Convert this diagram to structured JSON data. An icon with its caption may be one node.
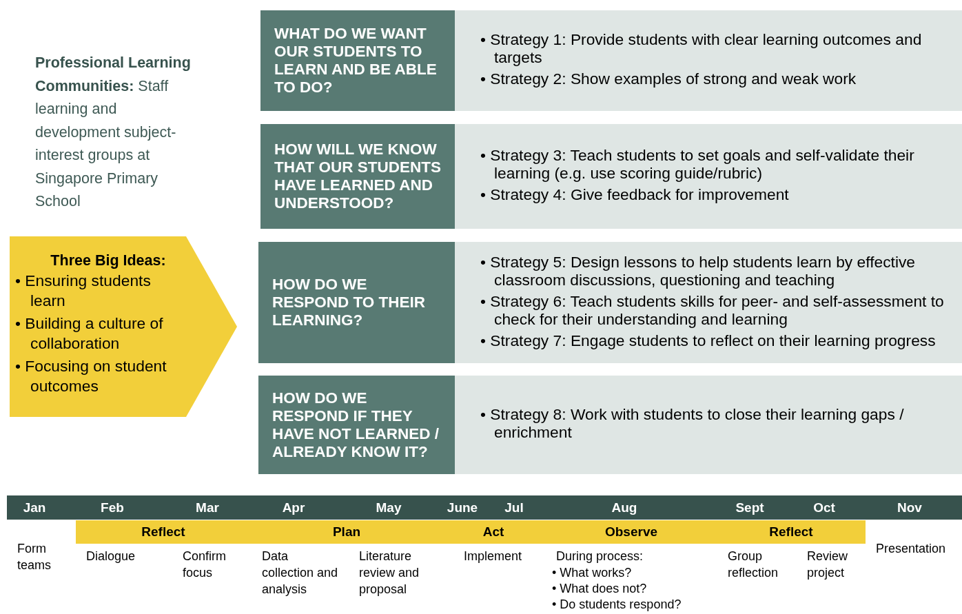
{
  "diagram": {
    "nodes": [
      {
        "text": [
          "Three Big Ideas:",
          "• Ensuring students learn",
          "• Building a culture of collaboration",
          "• Focusing on student outcomes"
        ]
      },
      {
        "text": [
          "WHAT DO WE WANT OUR STUDENTS TO LEARN AND BE ABLE TO DO?"
        ]
      },
      {
        "text": [
          "HOW WILL WE KNOW THAT OUR STUDENTS HAVE LEARNED AND UNDERSTOOD?"
        ]
      },
      {
        "text": [
          "HOW DO WE RESPOND TO THEIR LEARNING?"
        ]
      },
      {
        "text": [
          "HOW DO WE RESPOND IF THEY HAVE NOT LEARNED / ALREADY KNOW IT?"
        ]
      },
      {
        "text": [
          "• Strategy 1: Provide students with clear learning outcomes and targets",
          "• Strategy 2: Show examples of strong and weak work"
        ]
      },
      {
        "text": [
          "• Strategy 3: Teach students to set goals and self-validate their learning (e.g. use scoring guide/rubric)",
          "• Strategy 4: Give feedback for improvement"
        ]
      },
      {
        "text": [
          "• Strategy 5: Design lessons to help students learn by effective classroom discussions, questioning and teaching",
          "• Strategy 6: Teach students skills for peer- and self-assessment to check for their understanding and learning",
          "• Strategy 7: Engage students to reflect on their learning progress"
        ]
      },
      {
        "text": [
          "• Strategy 8: Work with students to close their learning gaps / enrichment"
        ]
      },
      {
        "text": [
          "Jan",
          "Feb",
          "Mar",
          "Apr",
          "May",
          "June",
          "Jul",
          "Aug",
          "Sept",
          "Oct",
          "Nov"
        ]
      },
      {
        "text": [
          "Reflect",
          "Plan",
          "Act",
          "Observe",
          "Reflect"
        ]
      }
    ],
    "labels": [
      "**Professional Learning Communities:**  Staff learning and development subject-interest groups at Singapore Primary School",
      "Form teams",
      "Dialogue",
      "Confirm focus",
      "Data collection and analysis",
      "Literature review and proposal",
      "Implement",
      "During process:",
      "• What works?",
      "• What does not?",
      "• Do students respond?",
      "Group reflection",
      "Review project",
      "Presentation"
    ]
  }
}
